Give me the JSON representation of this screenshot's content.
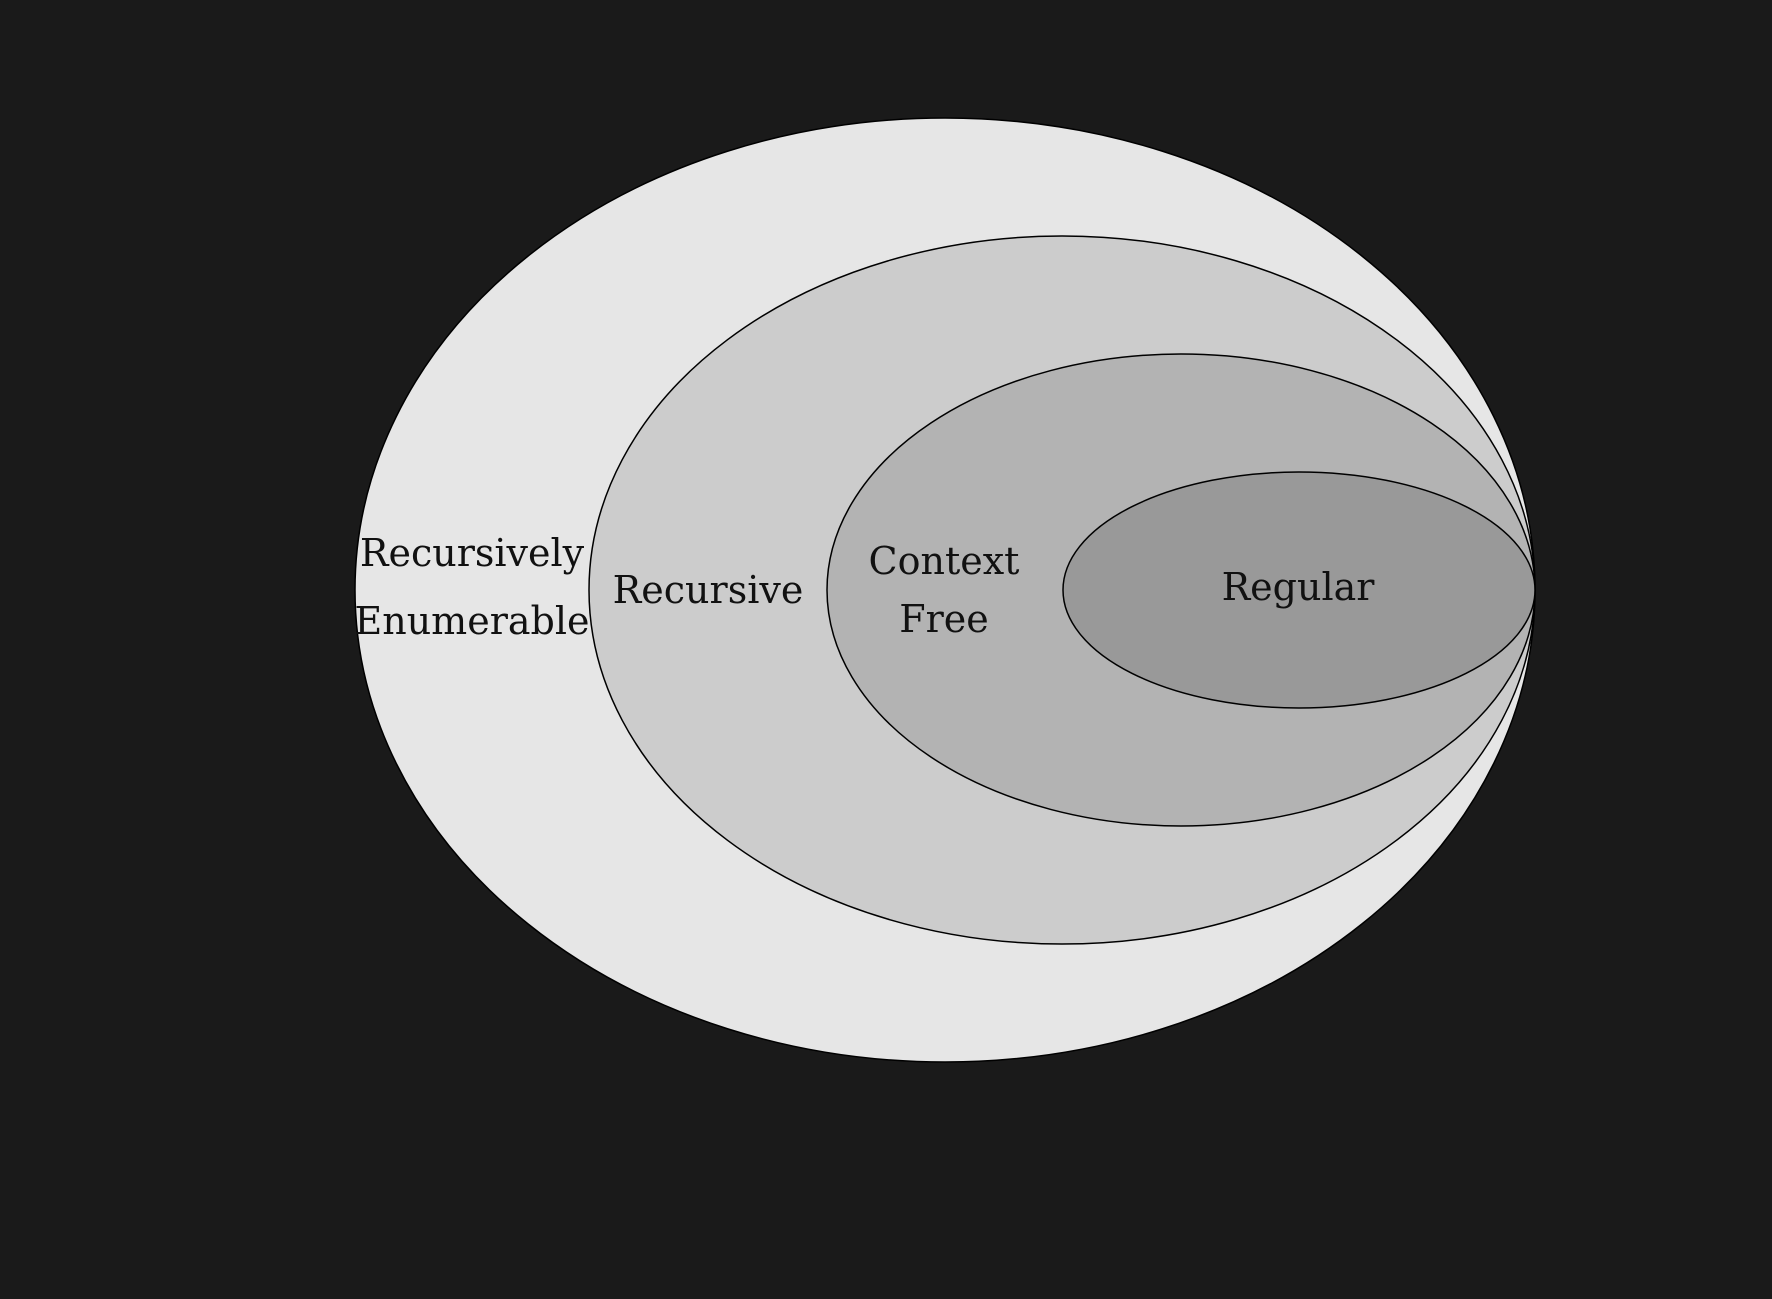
{
  "colors": {
    "background": "#1a1a1a",
    "recursively_enumerable_fill": "#e6e6e6",
    "recursive_fill": "#cccccc",
    "context_free_fill": "#b3b3b3",
    "regular_fill": "#999999",
    "stroke": "#000000",
    "text": "#111111"
  },
  "sets": [
    {
      "id": "recursively-enumerable",
      "lines": [
        "Recursively",
        "Enumerable"
      ]
    },
    {
      "id": "recursive",
      "lines": [
        "Recursive"
      ]
    },
    {
      "id": "context-free",
      "lines": [
        "Context",
        "Free"
      ]
    },
    {
      "id": "regular",
      "lines": [
        "Regular"
      ]
    }
  ]
}
